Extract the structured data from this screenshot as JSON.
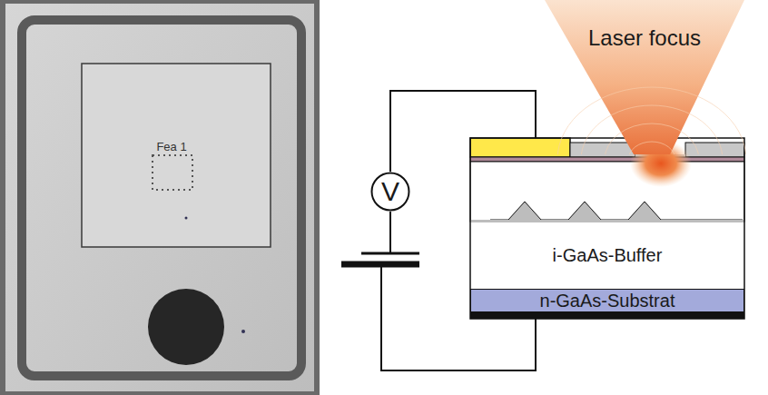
{
  "diagram": {
    "nodes": [
      {
        "text": [
          "Laser focus"
        ]
      },
      {
        "text": [
          "V"
        ]
      },
      {
        "text": [
          "i-GaAs-Buffer"
        ]
      },
      {
        "text": [
          "n-GaAs-Substrat"
        ]
      }
    ],
    "labels": [
      "Fea 1"
    ]
  }
}
